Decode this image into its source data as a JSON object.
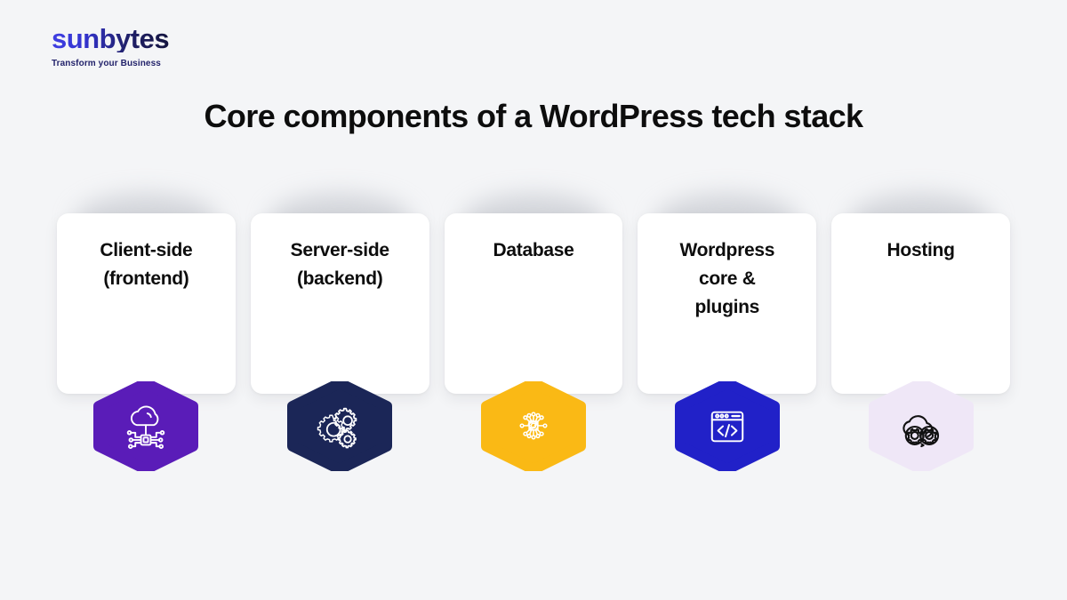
{
  "brand": {
    "wordmark": "sunbytes",
    "tagline": "Transform your Business",
    "wordmark_color_start": "#3f3fe3",
    "wordmark_color_end": "#14143f",
    "tagline_color": "#23236b"
  },
  "page": {
    "title": "Core components of a WordPress tech stack",
    "background": "#f4f5f7",
    "title_color": "#0d0d0d"
  },
  "cards": [
    {
      "title": "Client-side\n(frontend)",
      "title_line1": "Client-side",
      "title_line2": "(frontend)",
      "hex_color": "#5a1cb8",
      "icon_name": "cloud-network-icon",
      "icon_stroke": "#ffffff"
    },
    {
      "title": "Server-side\n(backend)",
      "title_line1": "Server-side",
      "title_line2": "(backend)",
      "hex_color": "#1b2657",
      "icon_name": "gears-icon",
      "icon_stroke": "#ffffff"
    },
    {
      "title": "Database",
      "title_line1": "Database",
      "title_line2": "",
      "hex_color": "#fab915",
      "icon_name": "network-hub-icon",
      "icon_stroke": "#ffffff"
    },
    {
      "title": "Wordpress core & plugins",
      "title_line1": "Wordpress",
      "title_line2": "core &",
      "title_line3": "plugins",
      "hex_color": "#2121c8",
      "icon_name": "code-browser-icon",
      "icon_stroke": "#ffffff"
    },
    {
      "title": "Hosting",
      "title_line1": "Hosting",
      "title_line2": "",
      "hex_color": "#efe7f7",
      "icon_name": "cloud-gears-icon",
      "icon_stroke": "#111111"
    }
  ]
}
